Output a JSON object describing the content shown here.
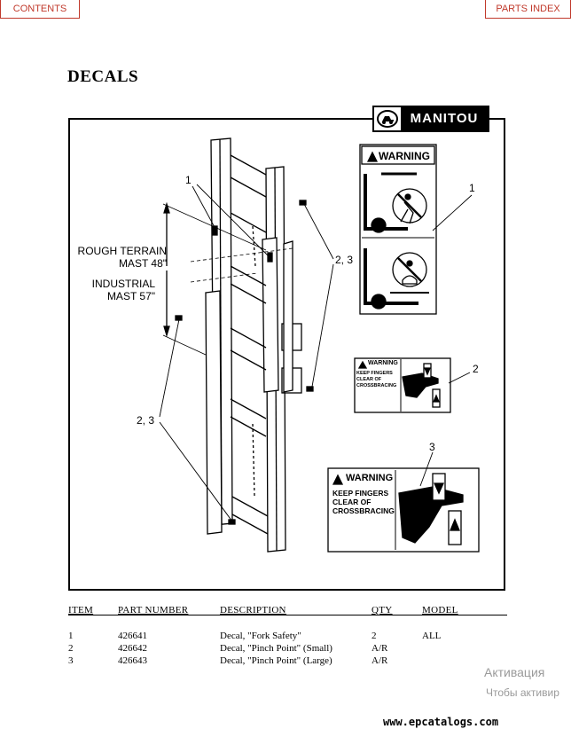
{
  "nav": {
    "contents_label": "CONTENTS",
    "parts_index_label": "PARTS INDEX"
  },
  "page": {
    "title": "DECALS"
  },
  "logo": {
    "brand": "MANITOU"
  },
  "diagram": {
    "rough_terrain_line1": "ROUGH TERRAIN",
    "rough_terrain_line2": "MAST  48\"",
    "industrial_line1": "INDUSTRIAL",
    "industrial_line2": "MAST  57\"",
    "callout_1": "1",
    "callout_1_decal": "1",
    "callout_2_decal": "2",
    "callout_3_decal": "3",
    "callout_23_right": "2, 3",
    "callout_23_left": "2, 3"
  },
  "decals": {
    "warning": "WARNING",
    "keep_fingers_line1": "KEEP FINGERS",
    "keep_fingers_line2": "CLEAR OF",
    "keep_fingers_line3": "CROSSBRACING"
  },
  "table": {
    "headers": [
      "ITEM",
      "PART NUMBER",
      "DESCRIPTION",
      "QTY",
      "MODEL"
    ],
    "rows": [
      {
        "item": "1",
        "part_number": "426641",
        "description": "Decal, \"Fork Safety\"",
        "qty": "2",
        "model": "ALL"
      },
      {
        "item": "2",
        "part_number": "426642",
        "description": "Decal, \"Pinch Point\" (Small)",
        "qty": "A/R",
        "model": ""
      },
      {
        "item": "3",
        "part_number": "426643",
        "description": "Decal, \"Pinch Point\" (Large)",
        "qty": "A/R",
        "model": ""
      }
    ]
  },
  "overlay": {
    "activation_line1": "Активация",
    "activation_line2": "Чтобы активир"
  },
  "footer": {
    "site": "www.epcatalogs.com"
  }
}
